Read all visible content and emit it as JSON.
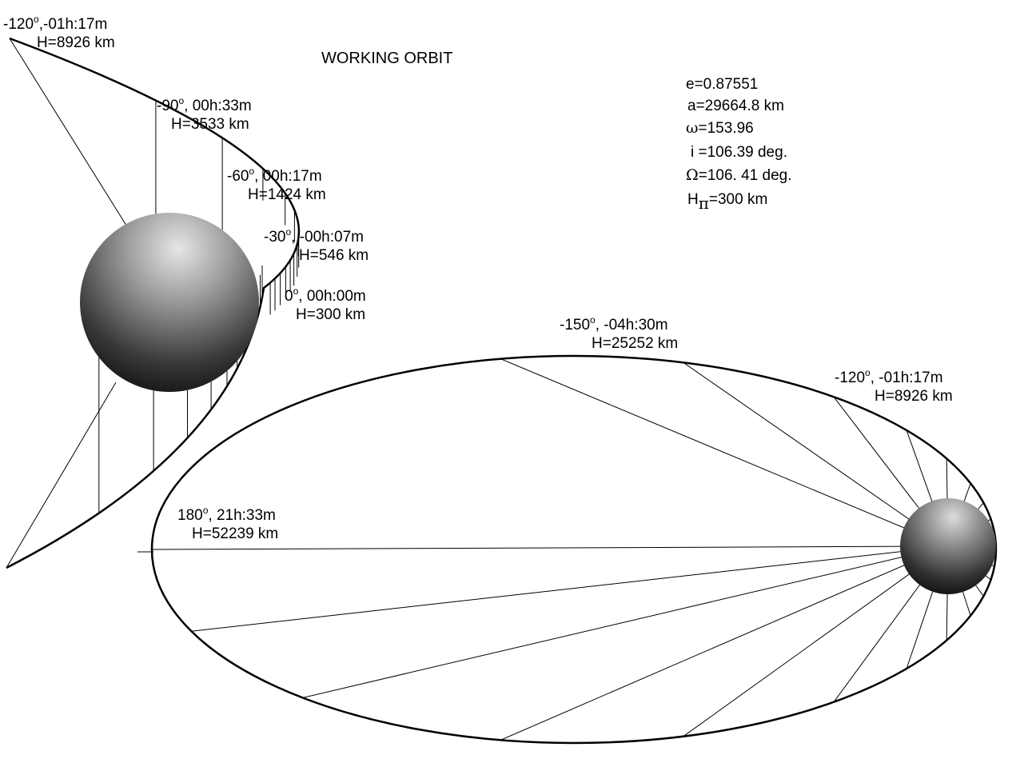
{
  "title": "WORKING ORBIT",
  "params": {
    "e": "e=0.87551",
    "a": "a=29664.8 km",
    "omega_sym": "ω",
    "omega_val": "=153.96",
    "i": "i =106.39 deg.",
    "Omega_sym": "Ω",
    "Omega_val": "=106. 41 deg.",
    "H_sym": "H",
    "H_sub": "π",
    "H_val": "=300 km"
  },
  "zoom_labels": {
    "m120": {
      "deg": "-120",
      "time": ",-01h:17m",
      "h": "H=8926 km"
    },
    "m90": {
      "deg": "-90",
      "time": ", 00h:33m",
      "h": "H=3533 km"
    },
    "m60": {
      "deg": "-60",
      "time": ", 00h:17m",
      "h": "H=1424 km"
    },
    "m30": {
      "deg": "-30",
      "time": ", -00h:07m",
      "h": "H=546 km"
    },
    "z0": {
      "deg": "0",
      "time": ", 00h:00m",
      "h": "H=300 km"
    }
  },
  "orbit_labels": {
    "m150": {
      "deg": "-150",
      "time": ", -04h:30m",
      "h": "H=25252 km"
    },
    "m120": {
      "deg": "-120",
      "time": ", -01h:17m",
      "h": "H=8926 km"
    },
    "p180": {
      "deg": "180",
      "time": ", 21h:33m",
      "h": "H=52239 km"
    }
  },
  "degree_mark": "o"
}
